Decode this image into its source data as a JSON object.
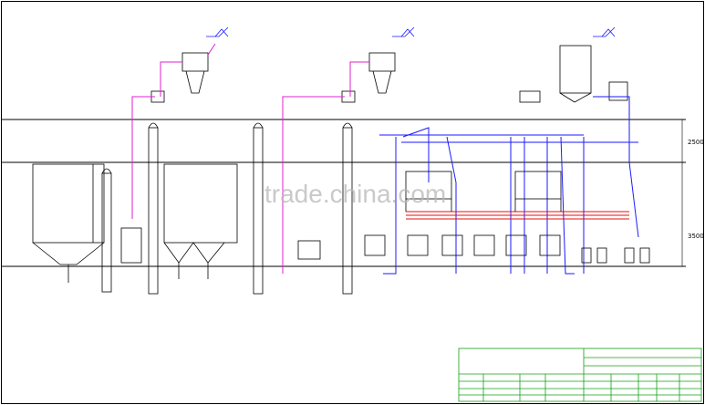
{
  "watermark": "trade.china.com",
  "dimensions": {
    "upper": "2500",
    "lower": "3500"
  },
  "colors": {
    "frame": "#000000",
    "blue_pipe": "#1a1aff",
    "magenta_pipe": "#e020d0",
    "red_pipe": "#e01010",
    "title_block": "#12a012"
  }
}
